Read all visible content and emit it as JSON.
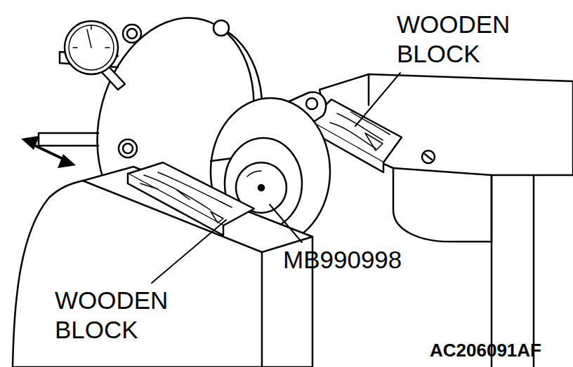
{
  "diagram": {
    "labels": [
      "WOODEN BLOCK",
      "MB990998",
      "WOODEN BLOCK",
      "AC206091AF"
    ]
  }
}
